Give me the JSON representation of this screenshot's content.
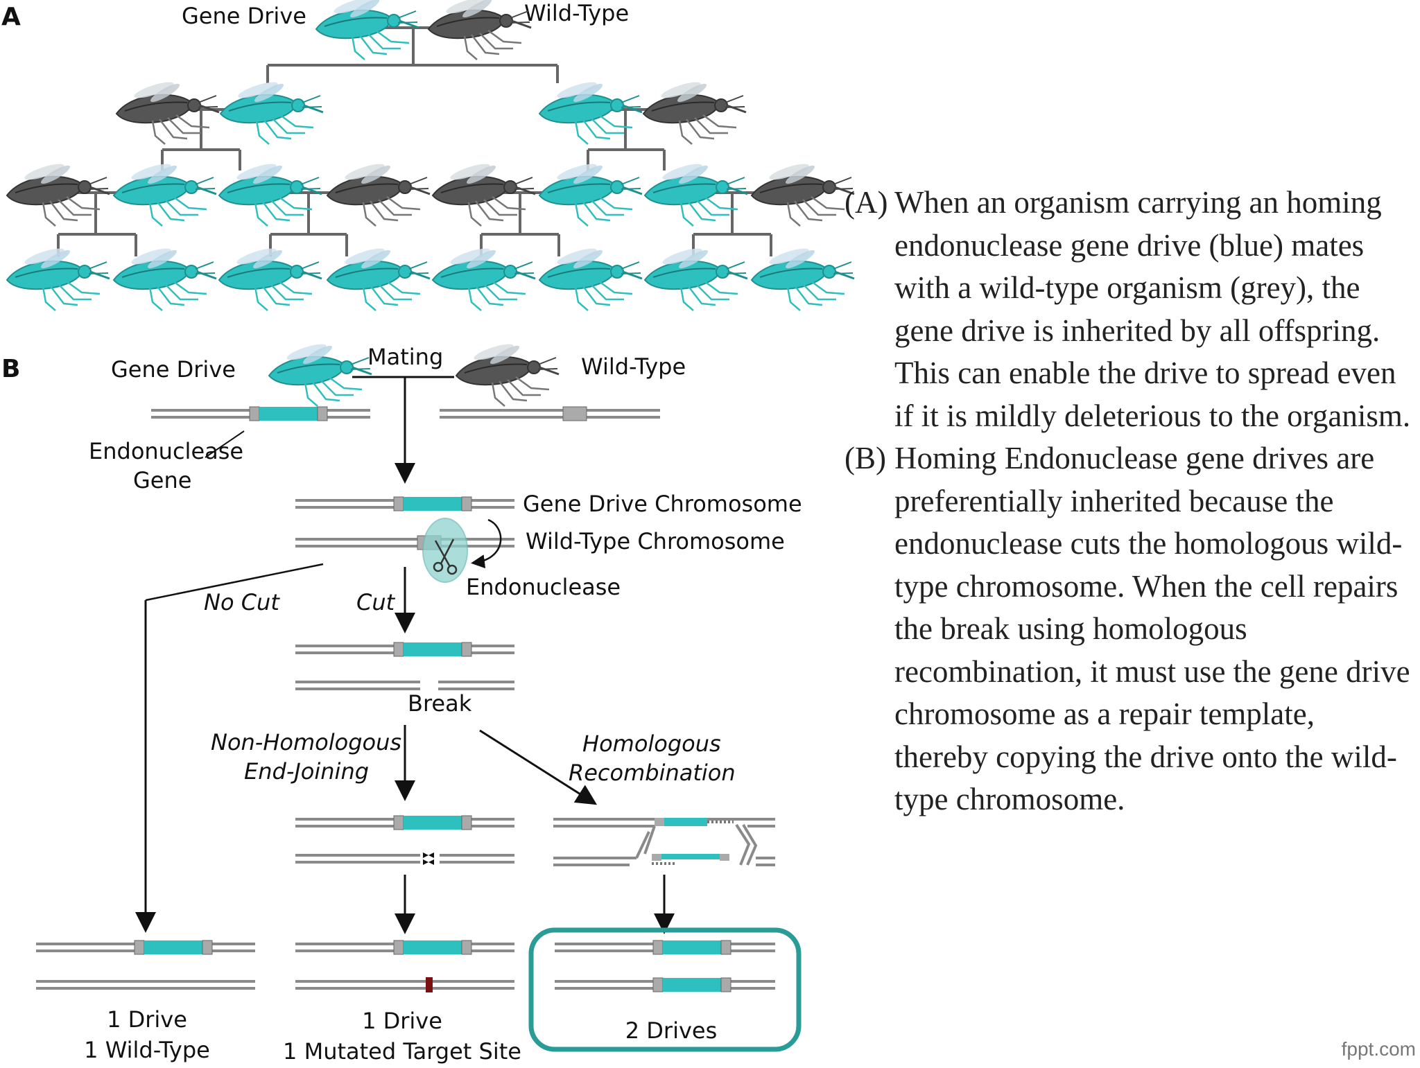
{
  "panel_a": {
    "label": "A",
    "gene_drive_label": "Gene Drive",
    "wild_type_label": "Wild-Type"
  },
  "panel_b": {
    "label": "B",
    "gene_drive_label": "Gene Drive",
    "mating_label": "Mating",
    "wild_type_label": "Wild-Type",
    "endonuclease_gene_line1": "Endonuclease",
    "endonuclease_gene_line2": "Gene",
    "gene_drive_chromosome": "Gene Drive Chromosome",
    "wild_type_chromosome": "Wild-Type Chromosome",
    "endonuclease_label": "Endonuclease",
    "no_cut": "No Cut",
    "cut": "Cut",
    "break": "Break",
    "nhej_line1": "Non-Homologous",
    "nhej_line2": "End-Joining",
    "hr_line1": "Homologous",
    "hr_line2": "Recombination",
    "outcome_left_line1": "1 Drive",
    "outcome_left_line2": "1 Wild-Type",
    "outcome_mid_line1": "1 Drive",
    "outcome_mid_line2": "1 Mutated Target Site",
    "outcome_right": "2 Drives"
  },
  "caption": {
    "a_label": "(A)",
    "a_text": "When an organism carrying an homing endonuclease gene drive (blue) mates with a wild-type organism (grey), the gene drive is inherited by all offspring. This can enable the drive to spread even if  it is mildly deleterious to the organism.",
    "b_label": "(B)",
    "b_text": "Homing  Endonuclease gene drives are preferentially inherited because the endonuclease cuts the homologous wild-type chromosome. When the cell repairs the break using homologous recombination, it must use the gene drive chromosome as a repair template, thereby copying the drive onto the wild-type chromosome."
  },
  "watermark": "fppt.com",
  "colors": {
    "drive": "#2ebfbf",
    "wild": "#555555",
    "chromosome": "#8a8a8a",
    "tree_line": "#666666",
    "highlight_box": "#2a9c98",
    "mutation": "#7a1010"
  }
}
